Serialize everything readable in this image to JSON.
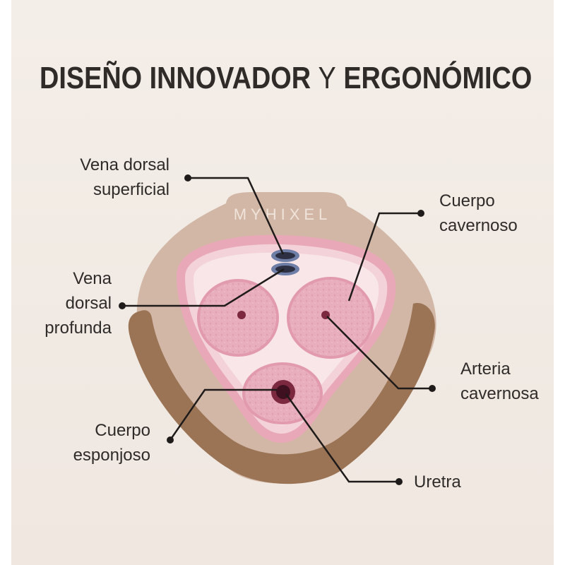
{
  "title": {
    "part1": "DISEÑO INNOVADOR ",
    "part2": "Y",
    "part3": " ERGONÓMICO"
  },
  "brand": "MYHIXEL",
  "labels": {
    "vena_dorsal_superficial": "Vena dorsal\nsuperficial",
    "vena_dorsal_profunda": "Vena\ndorsal\nprofunda",
    "cuerpo_esponjoso": "Cuerpo\nesponjoso",
    "cuerpo_cavernoso": "Cuerpo\ncavernoso",
    "arteria_cavernosa": "Arteria\ncavernosa",
    "uretra": "Uretra"
  },
  "colors": {
    "background": "#f3ece6",
    "outer_shell": "#d2b7a6",
    "brown_band": "#9b7456",
    "pink_ring": "#e8a8b7",
    "inner_light": "#f6dfe2",
    "chamber": "#e8aebd",
    "dot": "#7c2940",
    "text": "#2f2b29"
  }
}
